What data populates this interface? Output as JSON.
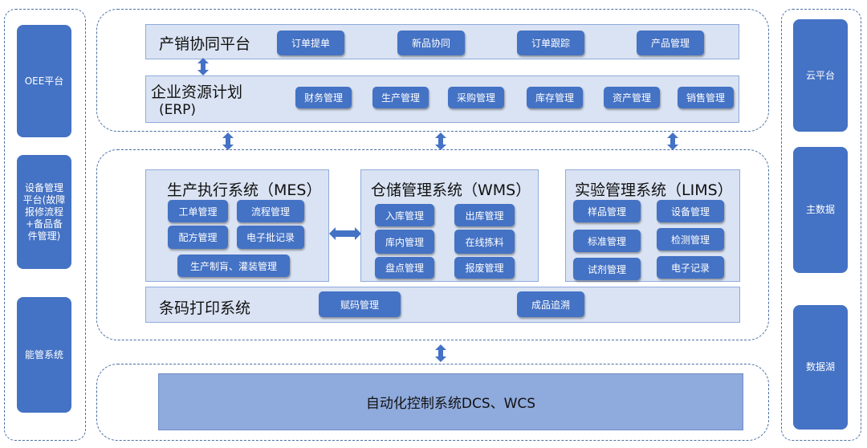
{
  "left_sidebar": [
    {
      "label": "OEE平台"
    },
    {
      "label": "设备管理平台(故障报修流程+备品备件管理)"
    },
    {
      "label": "能管系统"
    }
  ],
  "right_sidebar": [
    {
      "label": "云平台"
    },
    {
      "label": "主数据"
    },
    {
      "label": "数据湖"
    }
  ],
  "pscp": {
    "title": "产销协同平台",
    "items": [
      "订单提单",
      "新品协同",
      "订单跟踪",
      "产品管理"
    ]
  },
  "erp": {
    "title": "企业资源计划",
    "subtitle": "(ERP)",
    "items": [
      "财务管理",
      "生产管理",
      "采购管理",
      "库存管理",
      "资产管理",
      "销售管理"
    ]
  },
  "mes": {
    "title": "生产执行系统（MES）",
    "items": [
      "工单管理",
      "流程管理",
      "配方管理",
      "电子批记录",
      "生产制肓、灌装管理"
    ]
  },
  "wms": {
    "title": "仓储管理系统（WMS）",
    "items": [
      "入库管理",
      "出库管理",
      "库内管理",
      "在线拣料",
      "盘点管理",
      "报废管理"
    ]
  },
  "lims": {
    "title": "实验管理系统（LIMS）",
    "items": [
      "样品管理",
      "设备管理",
      "标准管理",
      "检测管理",
      "试剂管理",
      "电子记录"
    ]
  },
  "barcode": {
    "title": "条码打印系统",
    "items": [
      "赋码管理",
      "成品追溯"
    ]
  },
  "automation": {
    "title": "自动化控制系统DCS、WCS"
  },
  "colors": {
    "button": "#4472c4",
    "panel": "#dae3f3",
    "bottom_panel": "#8faadc",
    "arrow": "#4472c4"
  }
}
